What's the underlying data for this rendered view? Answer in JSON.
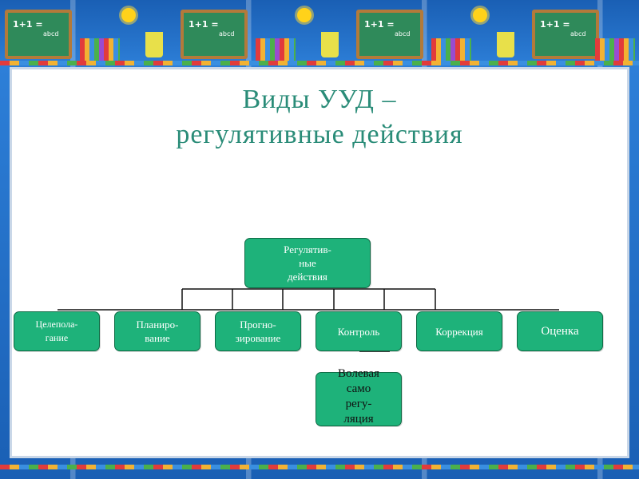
{
  "slide": {
    "title_line1": "Виды УУД –",
    "title_line2": "регулятивные действия"
  },
  "decor": {
    "board_text_1": "1+1 =",
    "board_text_2": "abcd"
  },
  "diagram": {
    "root": "Регулятив-\nные\nдействия",
    "children": [
      "Целепола-\nгание",
      "Планиро-\nвание",
      "Прогно-\nзирование",
      "Контроль",
      "Коррекция",
      "Оценка"
    ],
    "sub": "Волевая\nсамо\nрегу-\nляция"
  },
  "colors": {
    "node_fill": "#1eb27a",
    "title": "#2a8c78"
  }
}
